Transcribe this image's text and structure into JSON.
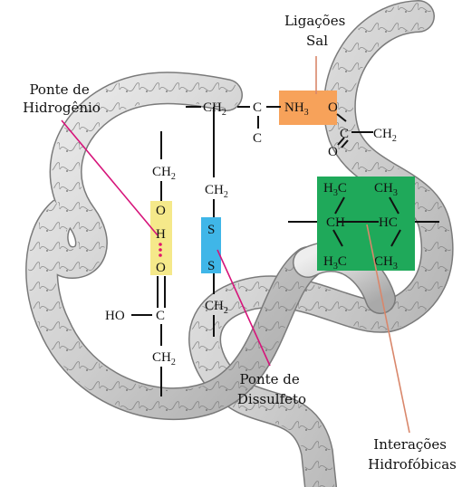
{
  "labels": {
    "salt_bridge": [
      "Ligações",
      "Sal"
    ],
    "hydrogen_bond": [
      "Ponte de",
      "Hidrogênio"
    ],
    "disulfide_bond": [
      "Ponte de",
      "Dissulfeto"
    ],
    "hydrophobic": [
      "Interações",
      "Hidrofóbicas"
    ]
  },
  "chem": {
    "ch2": "CH",
    "c": "C",
    "nh3": "NH",
    "nh3_sub": "3",
    "o": "O",
    "h": "H",
    "ho": "HO",
    "s": "S",
    "h3c": "H",
    "h3c_sub": "3",
    "h3c_c": "C",
    "ch3": "CH",
    "ch3_sub": "3",
    "ch": "CH",
    "hc": "HC",
    "sub2": "2"
  },
  "colors": {
    "hydrogen_bond_box": "#f5e98a",
    "disulfide_box": "#3fb6e8",
    "salt_bridge_box": "#f7a25a",
    "hydrophobic_box": "#1fa95a",
    "pointer_magenta": "#d6147a",
    "pointer_salmon": "#d9876b",
    "h_bond_dots": "#e0156b",
    "backbone_fill": "#d4d4d4",
    "backbone_stroke": "#777777"
  }
}
